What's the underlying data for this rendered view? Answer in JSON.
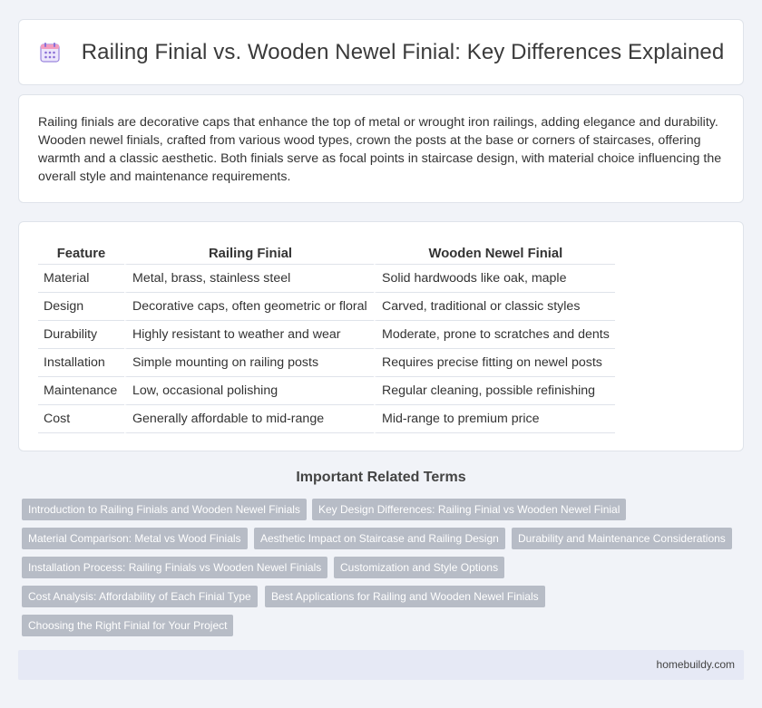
{
  "header": {
    "icon": "calendar-icon",
    "title": "Railing Finial vs. Wooden Newel Finial: Key Differences Explained"
  },
  "intro": {
    "text": "Railing finials are decorative caps that enhance the top of metal or wrought iron railings, adding elegance and durability. Wooden newel finials, crafted from various wood types, crown the posts at the base or corners of staircases, offering warmth and a classic aesthetic. Both finials serve as focal points in staircase design, with material choice influencing the overall style and maintenance requirements."
  },
  "table": {
    "headers": [
      "Feature",
      "Railing Finial",
      "Wooden Newel Finial"
    ],
    "rows": [
      [
        "Material",
        "Metal, brass, stainless steel",
        "Solid hardwoods like oak, maple"
      ],
      [
        "Design",
        "Decorative caps, often geometric or floral",
        "Carved, traditional or classic styles"
      ],
      [
        "Durability",
        "Highly resistant to weather and wear",
        "Moderate, prone to scratches and dents"
      ],
      [
        "Installation",
        "Simple mounting on railing posts",
        "Requires precise fitting on newel posts"
      ],
      [
        "Maintenance",
        "Low, occasional polishing",
        "Regular cleaning, possible refinishing"
      ],
      [
        "Cost",
        "Generally affordable to mid-range",
        "Mid-range to premium price"
      ]
    ]
  },
  "related": {
    "title": "Important Related Terms",
    "tags": [
      "Introduction to Railing Finials and Wooden Newel Finials",
      "Key Design Differences: Railing Finial vs Wooden Newel Finial",
      "Material Comparison: Metal vs Wood Finials",
      "Aesthetic Impact on Staircase and Railing Design",
      "Durability and Maintenance Considerations",
      "Installation Process: Railing Finials vs Wooden Newel Finials",
      "Customization and Style Options",
      "Cost Analysis: Affordability of Each Finial Type",
      "Best Applications for Railing and Wooden Newel Finials",
      "Choosing the Right Finial for Your Project"
    ]
  },
  "footer": {
    "site": "homebuildy.com"
  },
  "colors": {
    "background": "#f1f3f8",
    "tag_bg": "#b7bcc6",
    "footer_bg": "#e6e9f5",
    "icon_purple": "#8a6fd6",
    "icon_pink": "#ee8fb6"
  }
}
